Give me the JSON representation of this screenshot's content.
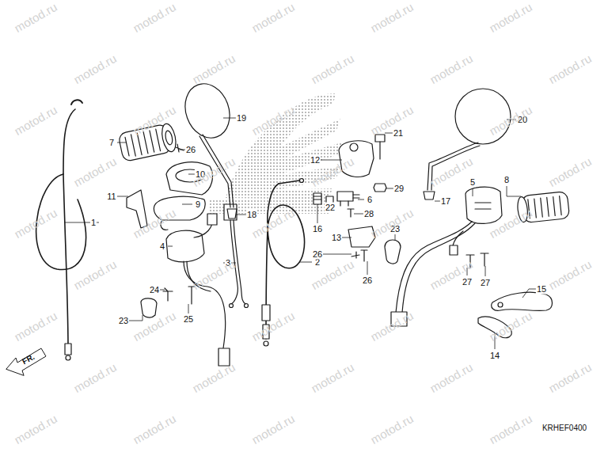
{
  "diagram": {
    "labels": [
      "1",
      "2",
      "3",
      "4",
      "5",
      "6",
      "7",
      "8",
      "9",
      "10",
      "11",
      "12",
      "13",
      "14",
      "15",
      "16",
      "17",
      "18",
      "19",
      "20",
      "21",
      "22",
      "23",
      "23",
      "24",
      "25",
      "26",
      "26",
      "26",
      "27",
      "27",
      "28",
      "29",
      "KRHEF0400",
      "FR.",
      "motod.ru",
      "motod.ru",
      "motod.ru",
      "motod.ru",
      "motod.ru",
      "motod.ru",
      "motod.ru",
      "motod.ru",
      "motod.ru",
      "motod.ru",
      "motod.ru",
      "motod.ru",
      "motod.ru",
      "motod.ru",
      "motod.ru",
      "motod.ru",
      "motod.ru",
      "motod.ru",
      "motod.ru",
      "motod.ru",
      "motod.ru",
      "motod.ru",
      "motod.ru",
      "motod.ru",
      "motod.ru",
      "motod.ru",
      "motod.ru",
      "motod.ru",
      "motod.ru",
      "motod.ru",
      "motod.ru",
      "motod.ru",
      "motod.ru",
      "motod.ru",
      "motod.ru",
      "motod.ru",
      "motod.ru",
      "motod.ru",
      "motod.ru",
      "motod.ru",
      "motod.ru",
      "motod.ru",
      "motod.ru",
      "motod.ru",
      "motod.ru"
    ]
  }
}
